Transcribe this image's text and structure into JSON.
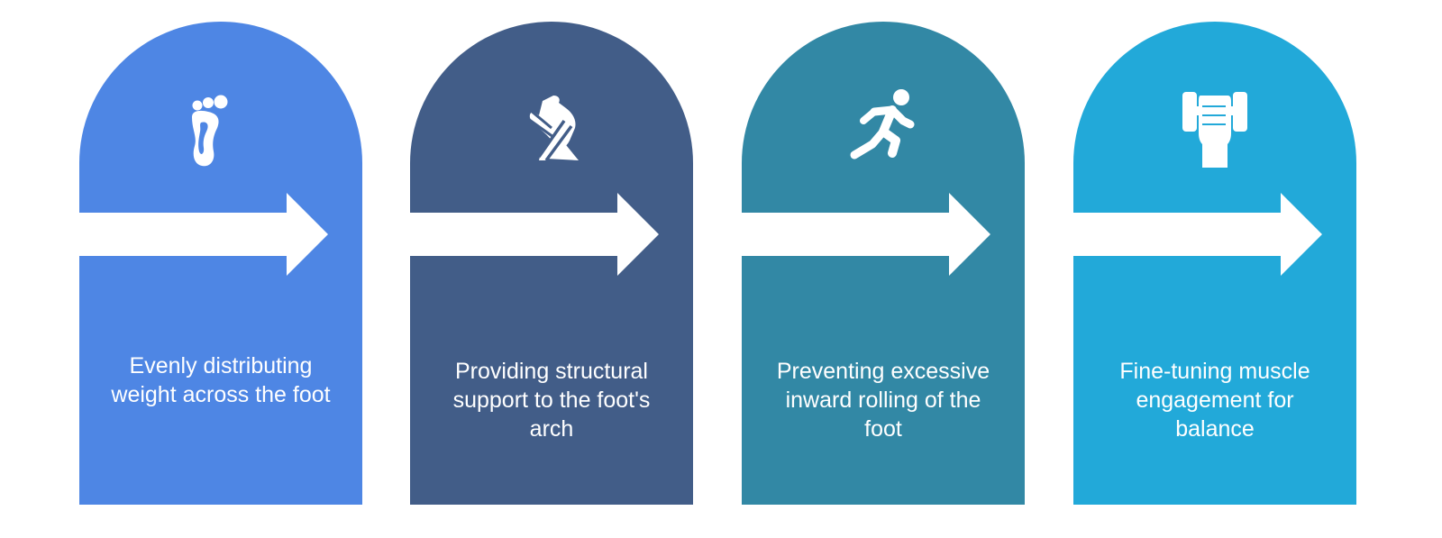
{
  "steps": [
    {
      "label": "Evenly distributing\nweight across the foot",
      "icon": "footprint-icon",
      "color": "#4e86e4"
    },
    {
      "label": "Providing structural\nsupport to the foot's\narch",
      "icon": "shoe-arch-support-icon",
      "color": "#425d88"
    },
    {
      "label": "Preventing excessive\ninward rolling of the\nfoot",
      "icon": "running-person-icon",
      "color": "#3288a5"
    },
    {
      "label": "Fine-tuning muscle\nengagement for\nbalance",
      "icon": "hand-grip-dumbbell-icon",
      "color": "#22a9d9"
    }
  ]
}
